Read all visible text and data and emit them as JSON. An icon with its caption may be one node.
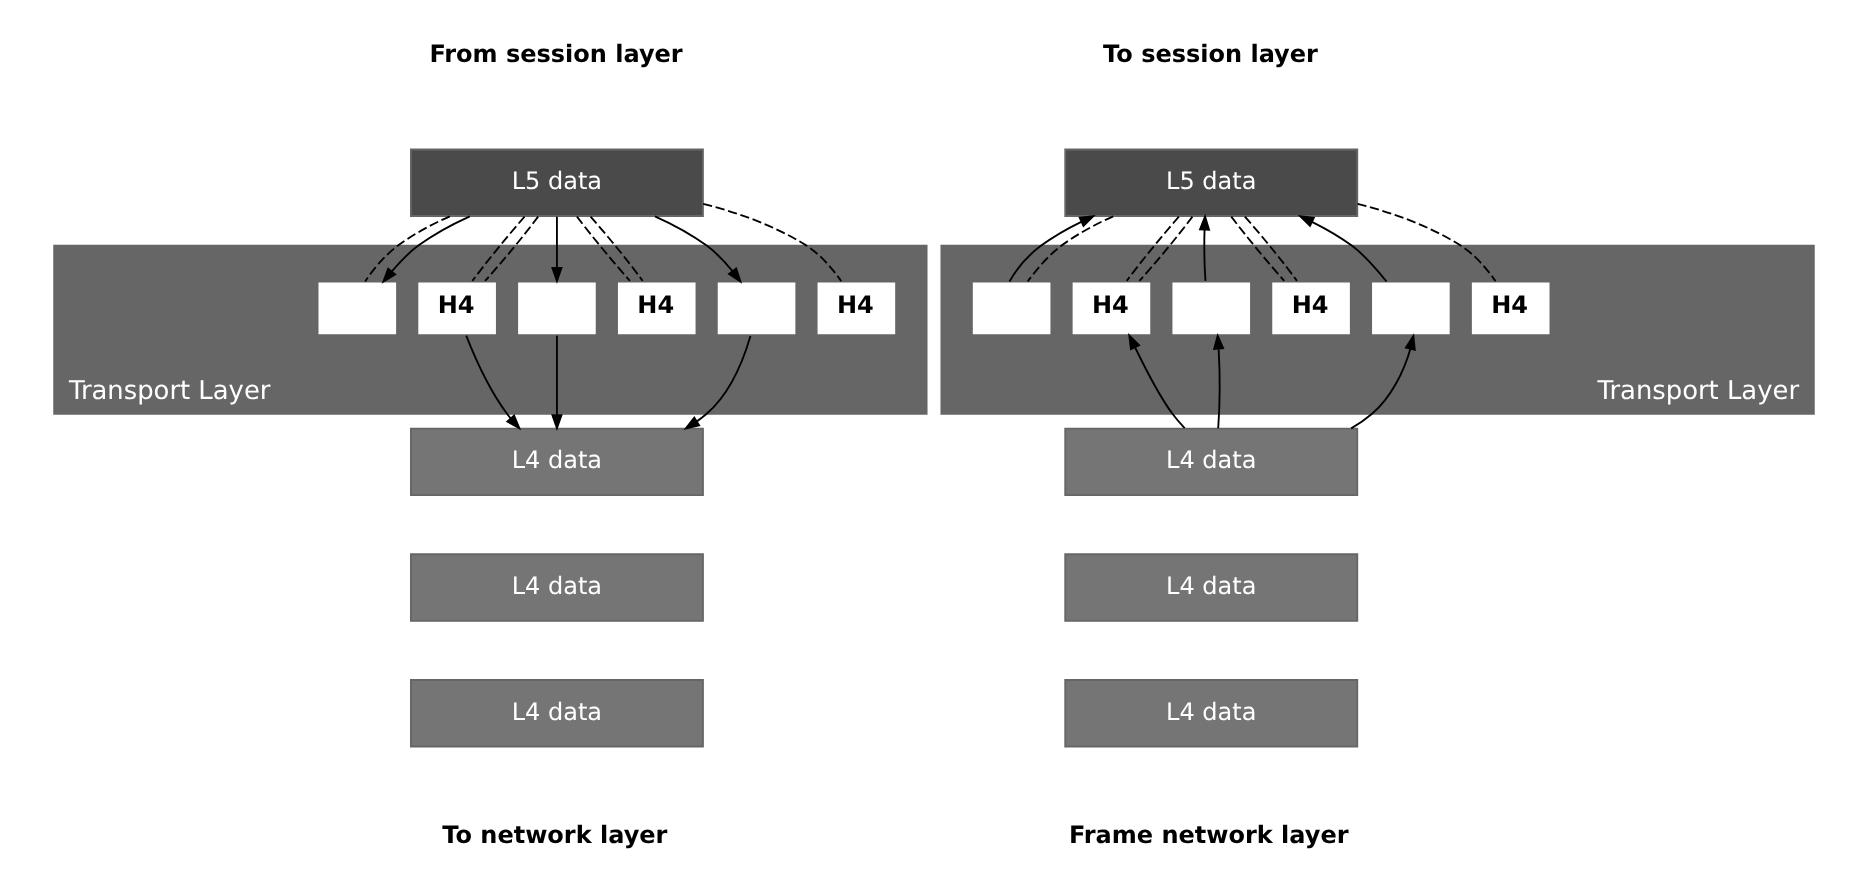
{
  "diagram": {
    "nodes": [
      {
        "text": [
          "L5 data"
        ],
        "beside": [
          "From session layer"
        ]
      },
      {
        "text": [
          "Transport Layer"
        ]
      },
      {
        "text": [],
        "shape": "box",
        "in": 1
      },
      {
        "text": [
          "H4"
        ],
        "in": 1
      },
      {
        "text": [],
        "shape": "box",
        "in": 1
      },
      {
        "text": [
          "H4"
        ],
        "in": 1
      },
      {
        "text": [],
        "shape": "box",
        "in": 1
      },
      {
        "text": [
          "H4"
        ],
        "in": 1
      },
      {
        "text": [
          "L4 data"
        ]
      },
      {
        "text": [
          "L4 data"
        ]
      },
      {
        "text": [
          "L4 data"
        ],
        "beside": [
          "To network layer"
        ]
      },
      {
        "text": [
          "L5 data"
        ],
        "beside": [
          "To session layer"
        ]
      },
      {
        "text": [
          "Transport Layer"
        ]
      },
      {
        "text": [],
        "shape": "box",
        "in": 12
      },
      {
        "text": [
          "H4"
        ],
        "in": 12
      },
      {
        "text": [],
        "shape": "box",
        "in": 12
      },
      {
        "text": [
          "H4"
        ],
        "in": 12
      },
      {
        "text": [],
        "shape": "box",
        "in": 12
      },
      {
        "text": [
          "H4"
        ],
        "in": 12
      },
      {
        "text": [
          "L4 data"
        ]
      },
      {
        "text": [
          "L4 data"
        ]
      },
      {
        "text": [
          "L4 data"
        ],
        "beside": [
          "Frame network layer"
        ]
      }
    ],
    "edges": [
      {
        "from": 0,
        "to": 2,
        "arrow": "none",
        "style": "dashed"
      },
      {
        "from": 0,
        "to": 3,
        "arrow": "none",
        "style": "dashed"
      },
      {
        "from": 0,
        "to": 3,
        "arrow": "none",
        "style": "dashed"
      },
      {
        "from": 0,
        "to": 5,
        "arrow": "none",
        "style": "dashed"
      },
      {
        "from": 0,
        "to": 5,
        "arrow": "none",
        "style": "dashed"
      },
      {
        "from": 0,
        "to": 7,
        "arrow": "none",
        "style": "dashed"
      },
      {
        "from": 0,
        "to": 2,
        "arrow": "to"
      },
      {
        "from": 0,
        "to": 4,
        "arrow": "to"
      },
      {
        "from": 0,
        "to": 6,
        "arrow": "to"
      },
      {
        "from": 3,
        "to": 8,
        "arrow": "to"
      },
      {
        "from": 4,
        "to": 8,
        "arrow": "to"
      },
      {
        "from": 6,
        "to": 8,
        "arrow": "to"
      },
      {
        "from": 11,
        "to": 13,
        "arrow": "none",
        "style": "dashed"
      },
      {
        "from": 11,
        "to": 14,
        "arrow": "none",
        "style": "dashed"
      },
      {
        "from": 11,
        "to": 14,
        "arrow": "none",
        "style": "dashed"
      },
      {
        "from": 11,
        "to": 16,
        "arrow": "none",
        "style": "dashed"
      },
      {
        "from": 11,
        "to": 16,
        "arrow": "none",
        "style": "dashed"
      },
      {
        "from": 11,
        "to": 18,
        "arrow": "none",
        "style": "dashed"
      },
      {
        "from": 13,
        "to": 11,
        "arrow": "to"
      },
      {
        "from": 15,
        "to": 11,
        "arrow": "to"
      },
      {
        "from": 17,
        "to": 11,
        "arrow": "to"
      },
      {
        "from": 19,
        "to": 14,
        "arrow": "to"
      },
      {
        "from": 19,
        "to": 15,
        "arrow": "to"
      },
      {
        "from": 19,
        "to": 17,
        "arrow": "to"
      }
    ]
  }
}
